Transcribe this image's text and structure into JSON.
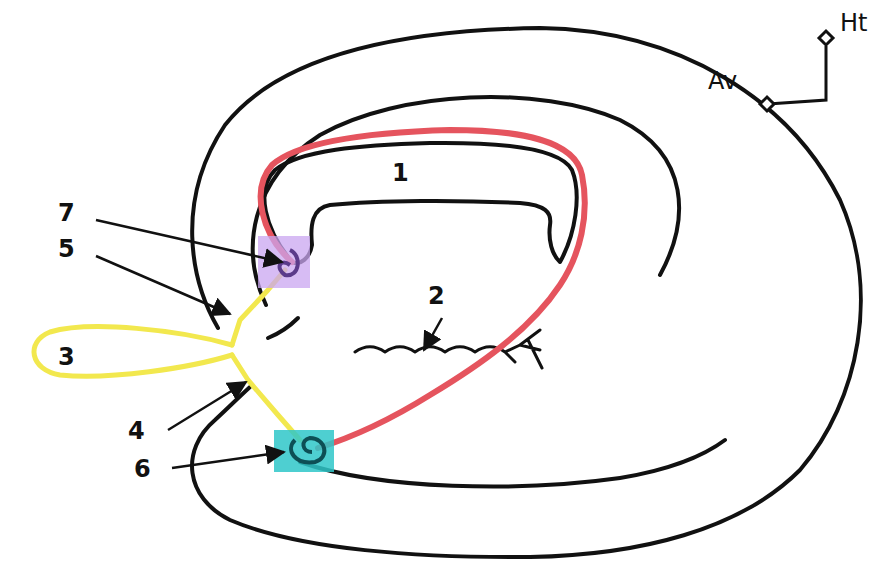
{
  "diagram": {
    "labels": [
      "Ht",
      "Av",
      "1",
      "7",
      "5",
      "2",
      "3",
      "4",
      "6"
    ]
  }
}
